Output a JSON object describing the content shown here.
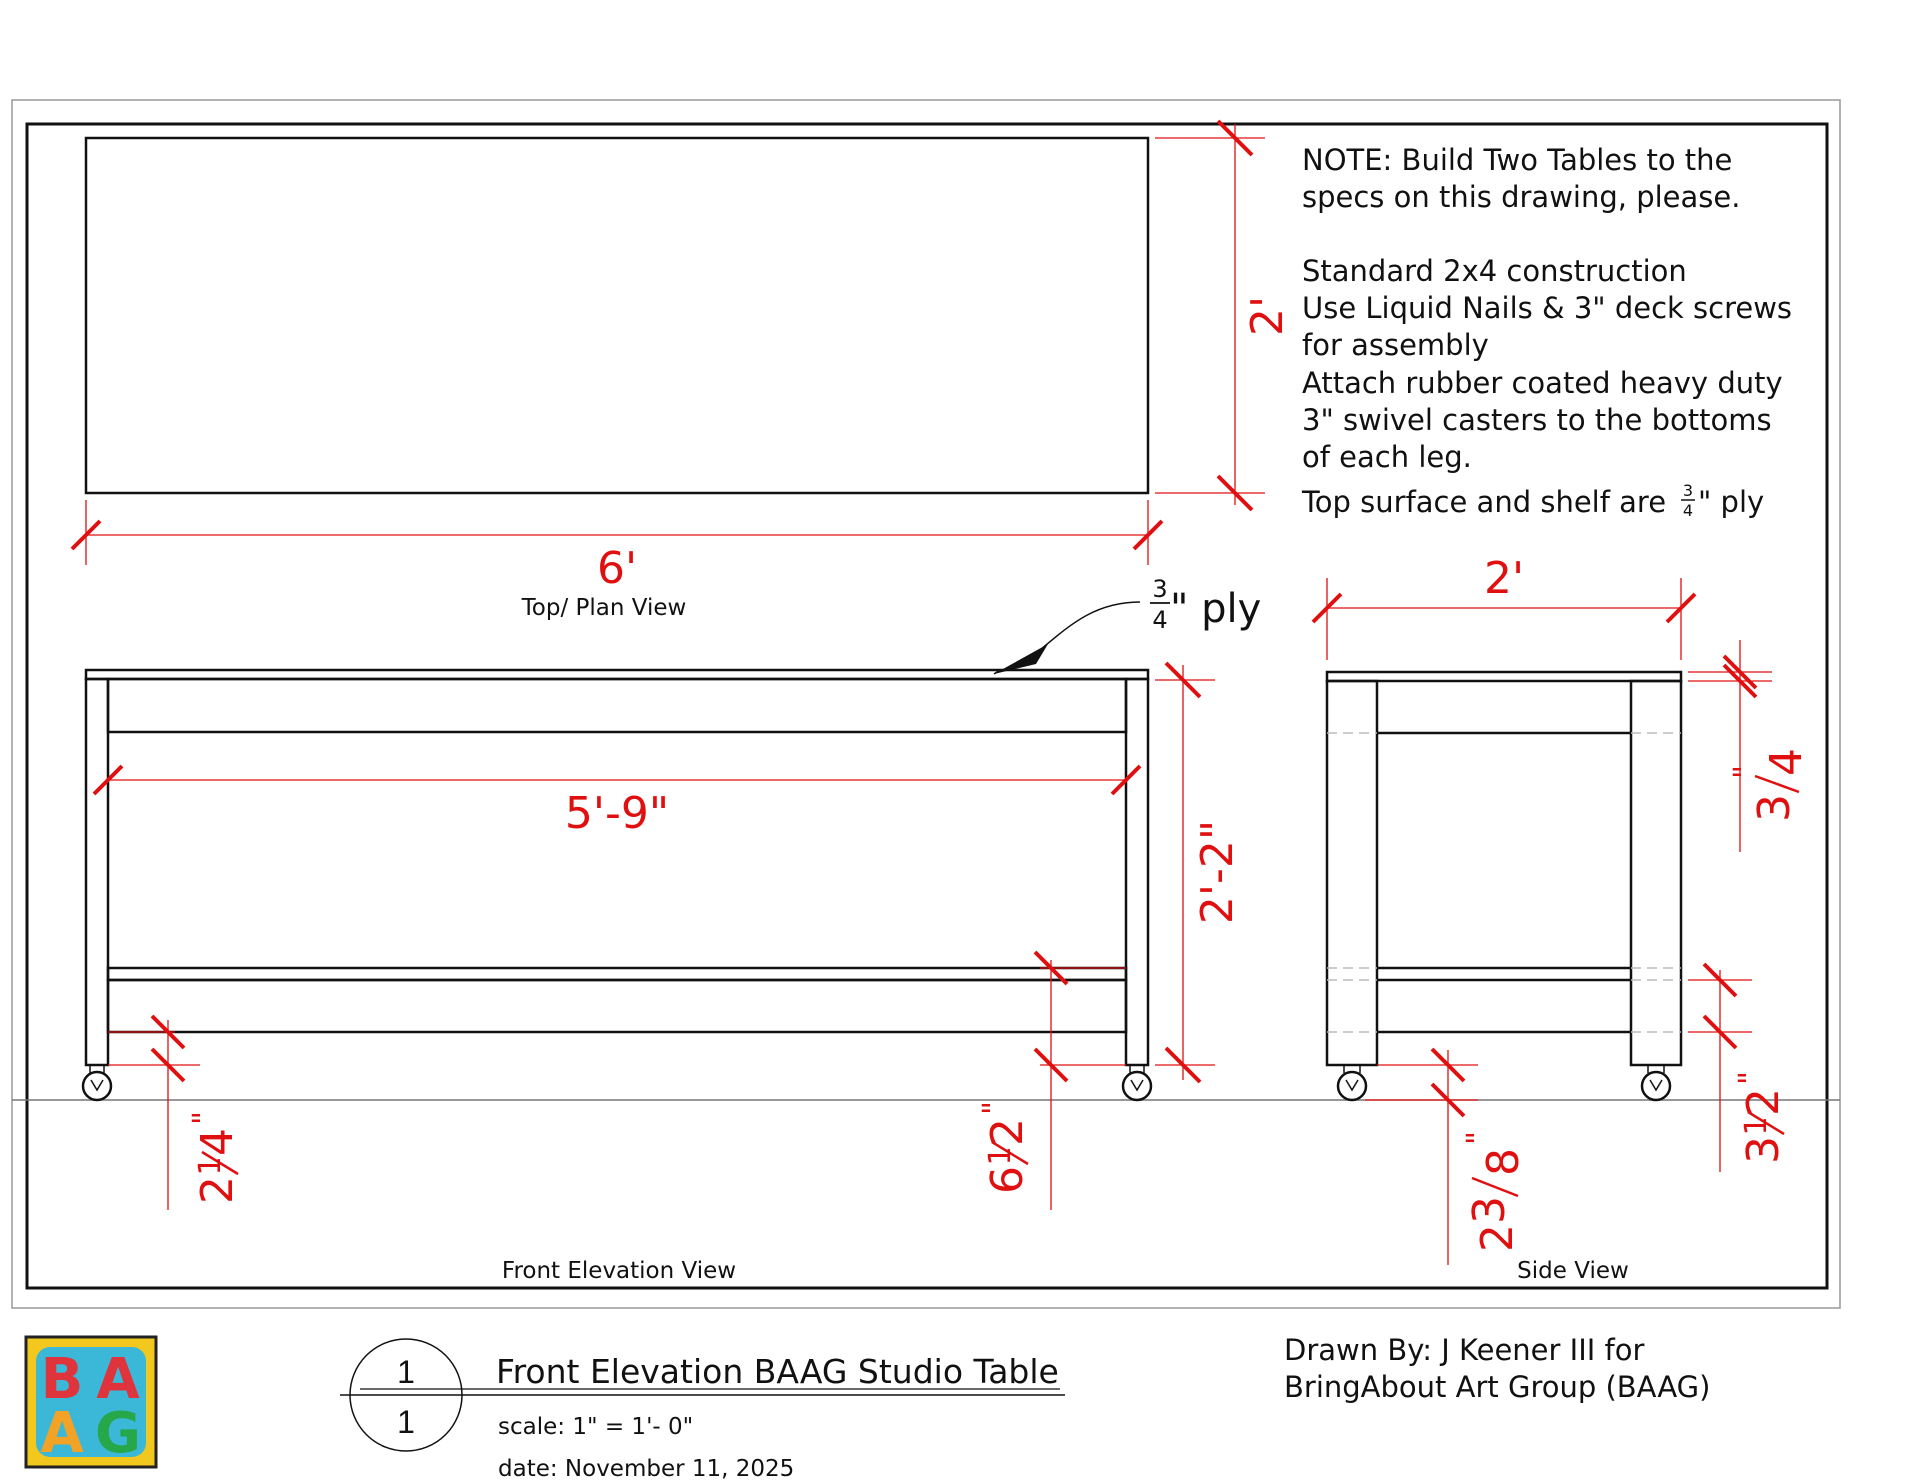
{
  "notes": {
    "line1": "NOTE:  Build Two Tables to the",
    "line2": "specs on this drawing, please.",
    "line3": "Standard 2x4 construction",
    "line4": "Use Liquid Nails & 3\" deck screws",
    "line5": "for assembly",
    "line6": "Attach rubber coated heavy duty",
    "line7": "3\" swivel casters to the bottoms",
    "line8": "of each leg.",
    "line9_prefix": "Top surface and shelf are",
    "line9_num": "3",
    "line9_den": "4",
    "line9_suffix": "\" ply"
  },
  "views": {
    "top": "Top/ Plan View",
    "front": "Front Elevation View",
    "side": "Side View"
  },
  "dimensions": {
    "top_width": "6'",
    "top_depth": "2'",
    "front_inner": "5'-9\"",
    "front_height": "2'-2\"",
    "front_caster": "2¼\"",
    "front_caster_whole": "2",
    "front_caster_num": "1",
    "front_caster_den": "4",
    "front_shelf": "6½\"",
    "front_shelf_whole": "6",
    "front_shelf_num": "1",
    "front_shelf_den": "2",
    "side_width": "2'",
    "side_top": "3/4\"",
    "side_top_num": "3",
    "side_top_den": "4",
    "side_shelf": "3½\"",
    "side_shelf_whole": "3",
    "side_shelf_num": "1",
    "side_shelf_den": "2",
    "side_caster": "2⅜\"",
    "side_caster_whole": "2",
    "side_caster_num": "3",
    "side_caster_den": "8",
    "ply_num": "3",
    "ply_den": "4",
    "ply_suffix": "\"  ply"
  },
  "title_block": {
    "sheet_number": "1",
    "sheet_total": "1",
    "title": "Front Elevation BAAG Studio Table",
    "scale": "scale:  1\" = 1'- 0\"",
    "date": "date: November 11, 2025",
    "drawn_by_line1": "Drawn By: J Keener III for",
    "drawn_by_line2": "BringAbout Art Group (BAAG)"
  },
  "logo": {
    "letters": [
      "B",
      "A",
      "A",
      "G"
    ],
    "colors": {
      "border": "#222222",
      "outer": "#f2c81e",
      "inner": "#3bb8d8",
      "B": "#e0343c",
      "A_top": "#e0343c",
      "A_bottom": "#f2a224",
      "G": "#25a74a"
    }
  },
  "colors": {
    "dimension": "#e01010",
    "linework": "#111111"
  }
}
